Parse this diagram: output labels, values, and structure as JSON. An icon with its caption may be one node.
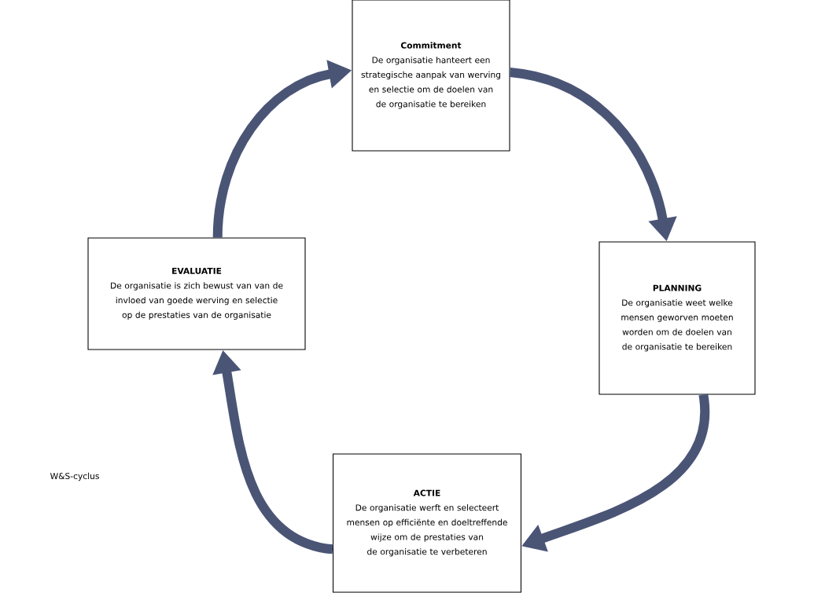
{
  "diagram": {
    "nodes": [
      {
        "text": [
          "Commitment",
          "De organisatie hanteert een strategische aanpak van werving en selectie om de doelen van de organisatie te bereiken"
        ]
      },
      {
        "text": [
          "PLANNING",
          "De organisatie weet welke mensen geworven moeten worden om de doelen van de organisatie te bereiken"
        ]
      },
      {
        "text": [
          "ACTIE",
          "De organisatie werft en selecteert mensen op efficiënte en doeltreffende wijze om de prestaties van de organisatie te verbeteren"
        ]
      },
      {
        "text": [
          "EVALUATIE",
          "De organisatie is zich bewust van van de invloed van goede werving en selectie op de prestaties van de organisatie"
        ]
      }
    ],
    "edges": [
      {
        "from": 0,
        "to": 1,
        "arrow": "to"
      },
      {
        "from": 1,
        "to": 2,
        "arrow": "to"
      },
      {
        "from": 2,
        "to": 3,
        "arrow": "to"
      },
      {
        "from": 3,
        "to": 0,
        "arrow": "to"
      }
    ],
    "labels": [
      "W&S-cyclus"
    ]
  }
}
